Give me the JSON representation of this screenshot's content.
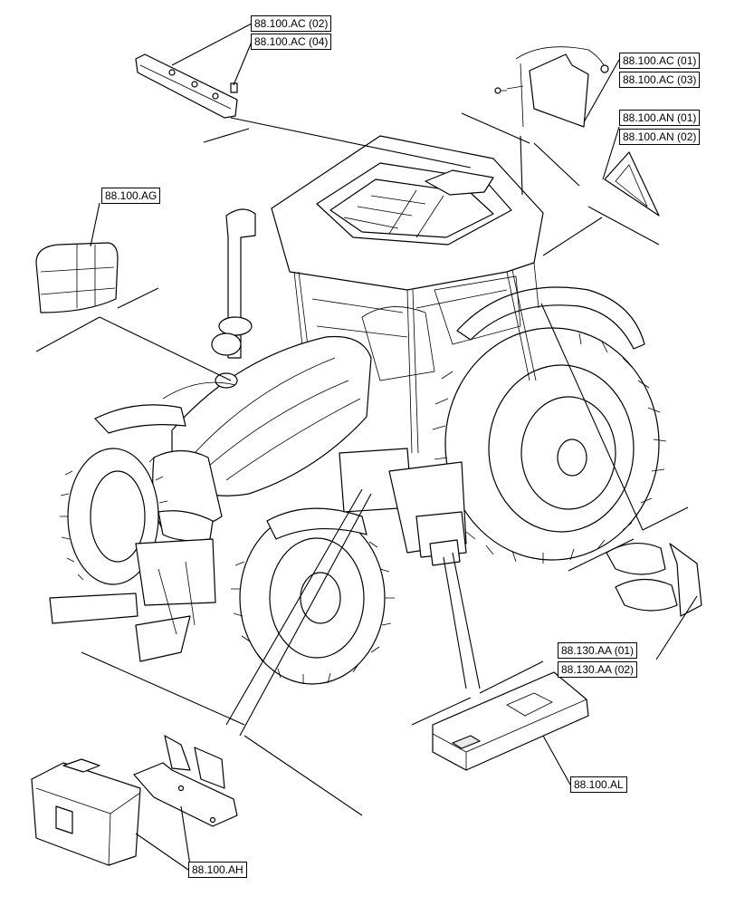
{
  "callouts": {
    "ac02": "88.100.AC (02)",
    "ac04": "88.100.AC (04)",
    "ac01": "88.100.AC (01)",
    "ac03": "88.100.AC (03)",
    "an01": "88.100.AN (01)",
    "an02": "88.100.AN (02)",
    "ag": "88.100.AG",
    "aa01": "88.130.AA (01)",
    "aa02": "88.130.AA (02)",
    "al": "88.100.AL",
    "ah": "88.100.AH"
  },
  "colors": {
    "line": "#000000",
    "background": "#ffffff"
  }
}
